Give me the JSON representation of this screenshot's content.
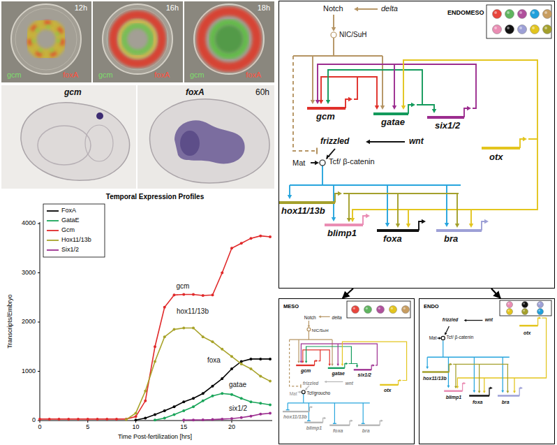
{
  "diagram": {
    "nodes": [
      {
        "text": [
          "ENDOMESO"
        ]
      },
      {
        "text": [
          "MESO"
        ]
      },
      {
        "text": [
          "ENDO"
        ]
      }
    ],
    "edges": [
      {
        "from": 0,
        "to": 1,
        "arrow": "to"
      },
      {
        "from": 0,
        "to": 2,
        "arrow": "to"
      }
    ],
    "labels": [
      "12h",
      "gcm",
      "foxA",
      "16h",
      "gcm",
      "foxA",
      "18h",
      "gcm",
      "foxA",
      "gcm",
      "foxA",
      "60h",
      "Temporal Expression Profiles",
      "4000",
      "3000",
      "2000",
      "1000",
      "0",
      "0",
      "5",
      "10",
      "15",
      "20",
      "Transcripts/Embryo",
      "Time Post-fertilization [hrs]",
      "gcm",
      "hox11/13b",
      "foxa",
      "gatae",
      "six1/2",
      "Notch",
      "delta",
      "NIC/SuH",
      "gcm",
      "gatae",
      "six1/2",
      "frizzled",
      "wnt",
      "Mat",
      "Tcf/ β-catenin",
      "otx",
      "hox11/13b",
      "blimp1",
      "foxa",
      "bra",
      "Notch",
      "delta",
      "NIC/SuH",
      "gcm",
      "gatae",
      "six1/2",
      "frizzled",
      "wnt",
      "Mat",
      "Tcf/groucho",
      "otx",
      "hox11/13b",
      "blimp1",
      "foxa",
      "bra",
      "frizzled",
      "wnt",
      "Mat",
      "Tcf/ β-catenin",
      "otx",
      "hox11/13b",
      "blimp1",
      "foxa",
      "bra"
    ],
    "legend": [
      {
        "text": "FoxA"
      },
      {
        "text": "GataE"
      },
      {
        "text": "Gcm"
      },
      {
        "text": "Hox11/13b"
      },
      {
        "text": "Six1/2"
      }
    ]
  }
}
